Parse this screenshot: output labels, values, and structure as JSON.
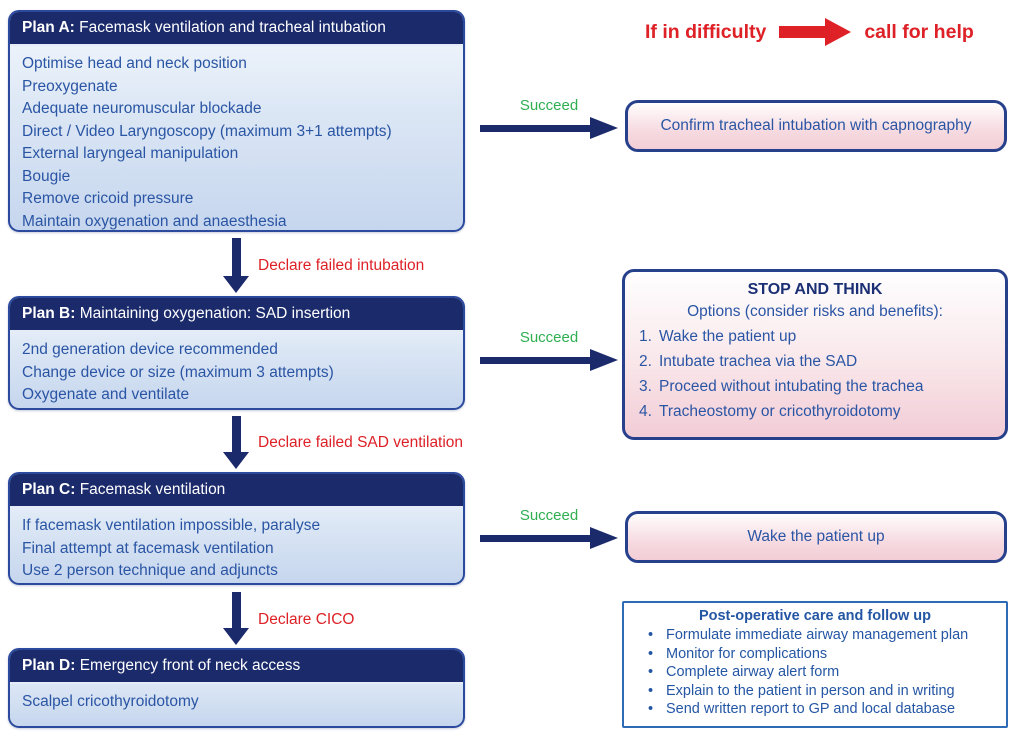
{
  "colors": {
    "navy": "#1b2a6b",
    "box_border_blue": "#2b4a9e",
    "text_blue": "#2a55a4",
    "red": "#dd2127",
    "green": "#2fae52",
    "plan_gradient_bottom": "#c6d6ee",
    "pink_gradient_bottom": "#f3cdd6"
  },
  "help_banner": {
    "left_text": "If in difficulty",
    "right_text": "call for help"
  },
  "succeed_label": "Succeed",
  "plans": {
    "a": {
      "title_bold": "Plan A:",
      "title_rest": " Facemask ventilation and tracheal intubation",
      "items": [
        "Optimise head and neck position",
        "Preoxygenate",
        "Adequate neuromuscular blockade",
        "Direct / Video Laryngoscopy (maximum 3+1 attempts)",
        "External laryngeal manipulation",
        "Bougie",
        "Remove cricoid pressure",
        "Maintain oxygenation and anaesthesia"
      ]
    },
    "b": {
      "title_bold": "Plan B:",
      "title_rest": " Maintaining oxygenation: SAD insertion",
      "items": [
        "2nd generation device recommended",
        "Change device or size (maximum 3 attempts)",
        "Oxygenate and ventilate"
      ]
    },
    "c": {
      "title_bold": "Plan C:",
      "title_rest": " Facemask ventilation",
      "items": [
        "If facemask ventilation impossible, paralyse",
        "Final attempt at facemask ventilation",
        "Use 2 person technique and adjuncts"
      ]
    },
    "d": {
      "title_bold": "Plan D:",
      "title_rest": " Emergency front of neck access",
      "items": [
        "Scalpel cricothyroidotomy"
      ]
    }
  },
  "transitions": {
    "failed_intubation": "Declare failed intubation",
    "failed_sad": "Declare failed SAD ventilation",
    "cico": "Declare CICO"
  },
  "outcomes": {
    "confirm": "Confirm tracheal intubation with capnography",
    "wake": "Wake the patient up"
  },
  "stop_think": {
    "title": "STOP AND THINK",
    "subtitle": "Options (consider risks and benefits):",
    "options": [
      "Wake the patient up",
      "Intubate trachea via the SAD",
      "Proceed without intubating the trachea",
      "Tracheostomy or cricothyroidotomy"
    ]
  },
  "postop": {
    "title": "Post-operative care and follow up",
    "items": [
      "Formulate immediate airway management plan",
      "Monitor for complications",
      "Complete airway alert form",
      "Explain to the patient in person and in writing",
      "Send written report to GP and local database"
    ]
  }
}
